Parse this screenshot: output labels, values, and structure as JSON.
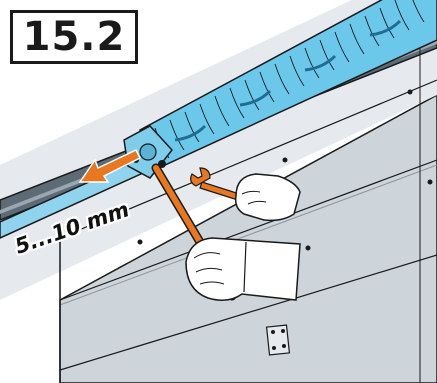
{
  "step": {
    "label": "15.2"
  },
  "dimension": {
    "label": "5...10 mm"
  },
  "colors": {
    "spring": "#6cc8ea",
    "arrow": "#e87722",
    "wrench": "#e87722",
    "panel": "#c9d1d8",
    "outline": "#1a1a1a"
  },
  "icons": [
    "spring",
    "tension-cone",
    "left-arrow-icon",
    "wrench-icon",
    "tension-bar",
    "hand-icon",
    "hinge-icon"
  ]
}
